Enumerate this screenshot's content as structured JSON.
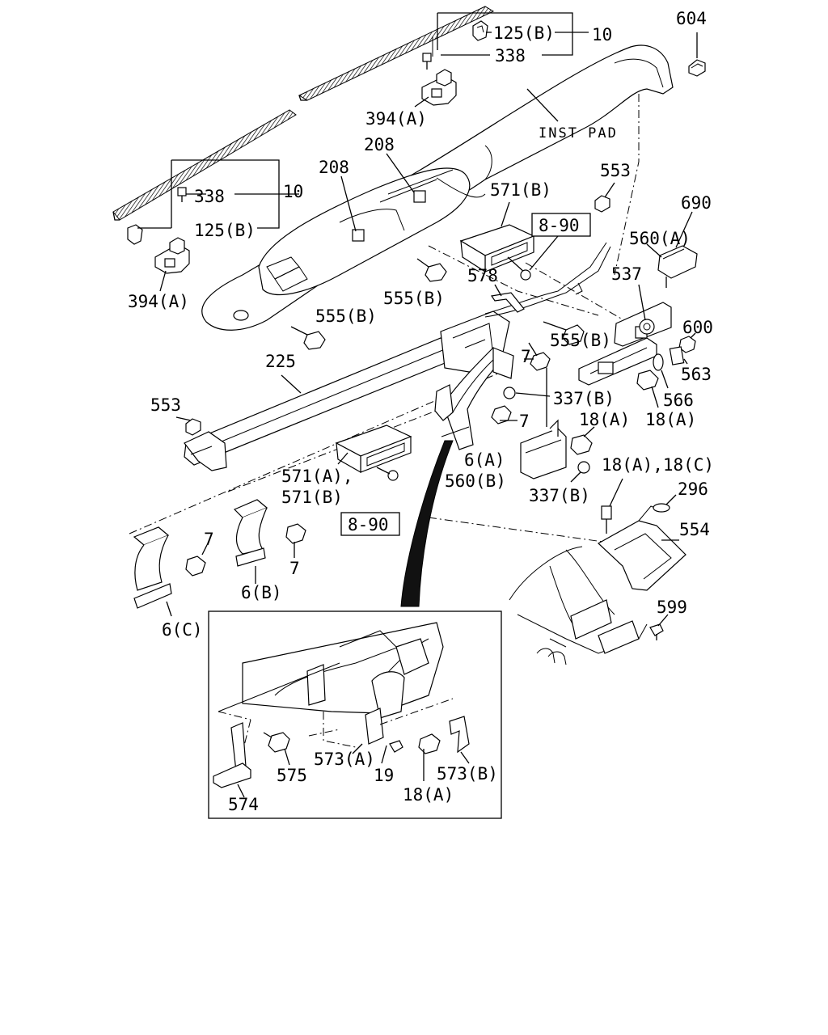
{
  "diagram": {
    "labels": {
      "l604": "604",
      "l125b_top": "125(B)",
      "l10_top": "10",
      "l338_top": "338",
      "l394a_top": "394(A)",
      "l_inst_pad": "INST PAD",
      "l208_a": "208",
      "l208_b": "208",
      "l338_left": "338",
      "l10_left": "10",
      "l125b_left": "125(B)",
      "l394a_left": "394(A)",
      "l553_top": "553",
      "l571b_top": "571(B)",
      "l8_90_top": "8-90",
      "l690": "690",
      "l560a": "560(A)",
      "l537": "537",
      "l578": "578",
      "l555b_mid": "555(B)",
      "l555b_left": "555(B)",
      "l600": "600",
      "l555b_right": "555(B)",
      "l7_mid": "7",
      "l563": "563",
      "l225": "225",
      "l337b_top": "337(B)",
      "l566": "566",
      "l553_left": "553",
      "l7_mid2": "7",
      "l18a_top": "18(A)",
      "l18a_right": "18(A)",
      "l6a": "6(A)",
      "l571a": "571(A),",
      "l571b_mid": "571(B)",
      "l560b": "560(B)",
      "l337b_bot": "337(B)",
      "l18a_18c": "18(A),18(C)",
      "l296": "296",
      "l8_90_mid": "8-90",
      "l554": "554",
      "l7_left": "7",
      "l7_left2": "7",
      "l6b": "6(B)",
      "l6c": "6(C)",
      "l599": "599",
      "l575": "575",
      "l573a": "573(A)",
      "l19": "19",
      "l573b": "573(B)",
      "l574": "574",
      "l18a_inset": "18(A)"
    }
  }
}
